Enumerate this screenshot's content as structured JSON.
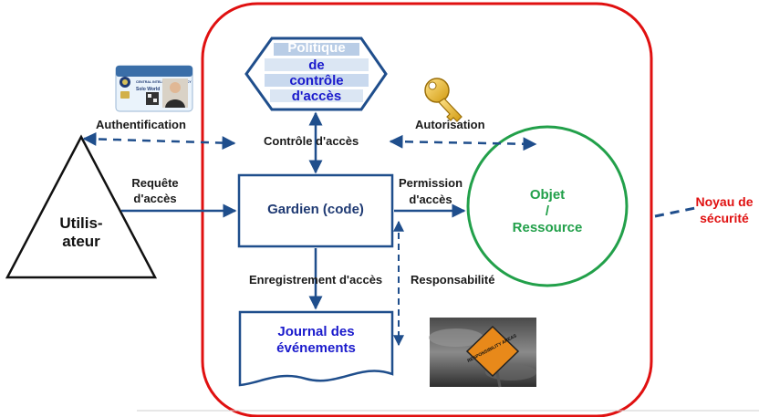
{
  "labels": {
    "policy_line1": "Politique",
    "policy_line2": "de",
    "policy_line3": "contrôle",
    "policy_line4": "d'accès",
    "authentification": "Authentification",
    "controle_acces": "Contrôle d'accès",
    "autorisation": "Autorisation",
    "requete_line1": "Requête",
    "requete_line2": "d'accès",
    "utilisateur_line1": "Utilis-",
    "utilisateur_line2": "ateur",
    "gardien": "Gardien (code)",
    "permission_line1": "Permission",
    "permission_line2": "d'accès",
    "objet_line1": "Objet",
    "objet_line2": "/",
    "objet_line3": "Ressource",
    "noyau_line1": "Noyau de",
    "noyau_line2": "sécurité",
    "enregistrement": "Enregistrement d'accès",
    "responsabilite": "Responsabilité",
    "journal_line1": "Journal des",
    "journal_line2": "événements"
  },
  "id_card": {
    "agency": "CENTRAL INTELLIGENCE AGENCY",
    "name": "Solo World"
  },
  "sign_text": "RESPONSIBILITY AREAS",
  "colors": {
    "kernel_border": "#e01010",
    "arrow": "#1f4e8c",
    "object_circle": "#22a04a",
    "box_border": "#1f4e8c",
    "policy_fill": "#c9d9ee",
    "text_blue": "#1a1acc",
    "text_green": "#22a04a",
    "text_red": "#e01010"
  }
}
